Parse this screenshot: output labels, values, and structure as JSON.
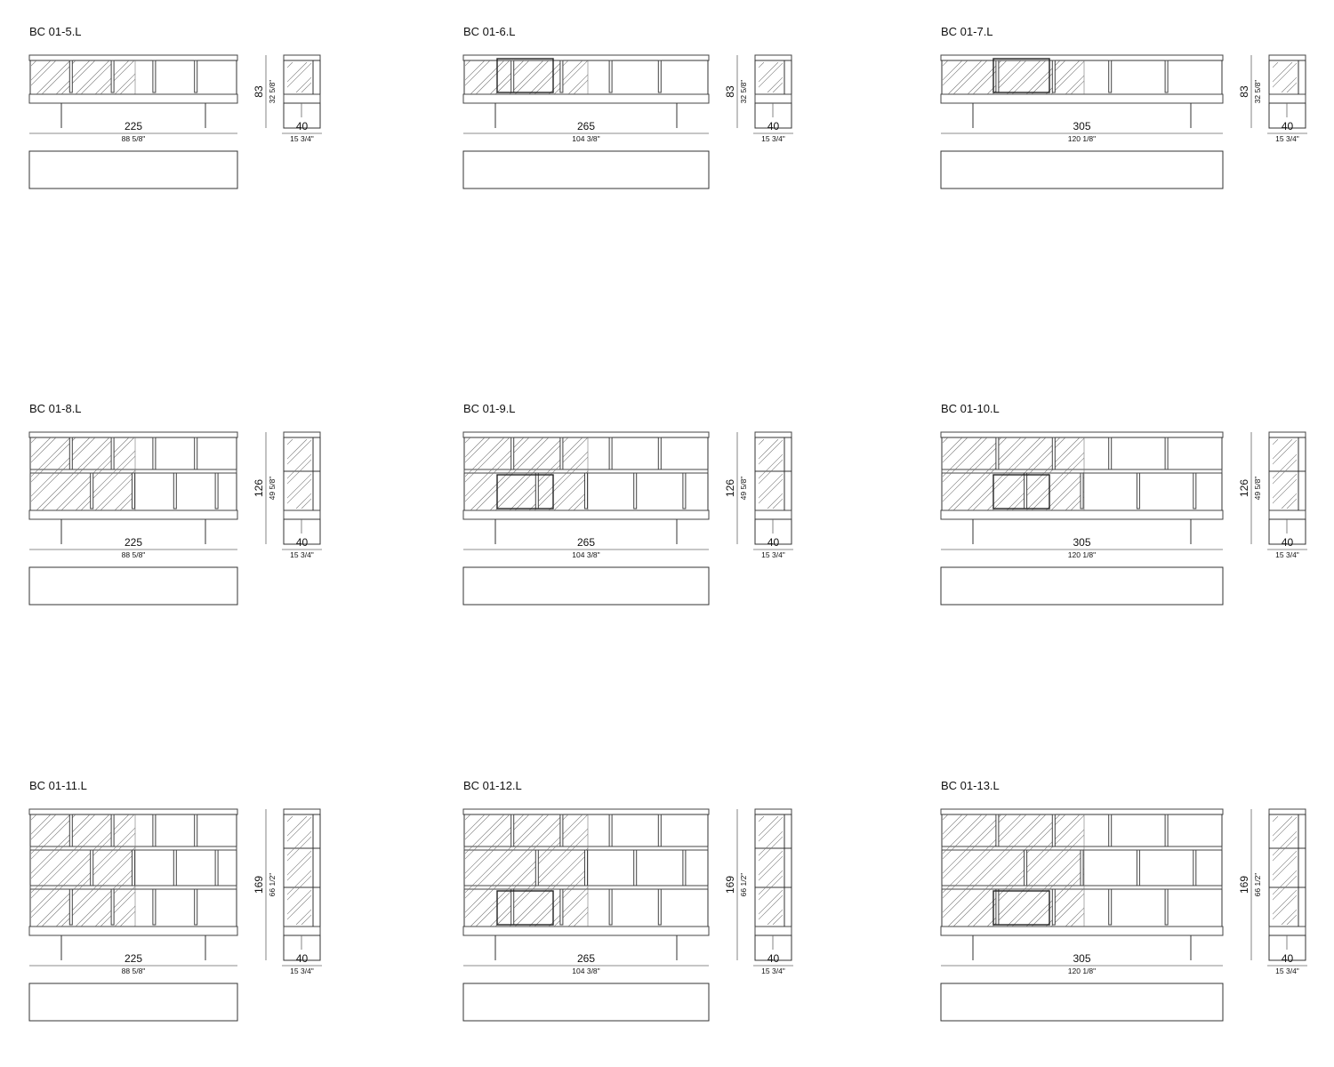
{
  "colors": {
    "stroke": "#333333",
    "background": "#ffffff"
  },
  "drawings": [
    {
      "label": "BC 01-5.L",
      "width_cm": "225",
      "width_in": "88 5/8\"",
      "height_cm": "83",
      "height_in": "32 5/8\"",
      "depth_cm": "40",
      "depth_in": "15 3/4\"",
      "rows": 1
    },
    {
      "label": "BC 01-6.L",
      "width_cm": "265",
      "width_in": "104 3/8\"",
      "height_cm": "83",
      "height_in": "32 5/8\"",
      "depth_cm": "40",
      "depth_in": "15 3/4\"",
      "rows": 1
    },
    {
      "label": "BC 01-7.L",
      "width_cm": "305",
      "width_in": "120 1/8\"",
      "height_cm": "83",
      "height_in": "32 5/8\"",
      "depth_cm": "40",
      "depth_in": "15 3/4\"",
      "rows": 1
    },
    {
      "label": "BC 01-8.L",
      "width_cm": "225",
      "width_in": "88 5/8\"",
      "height_cm": "126",
      "height_in": "49 5/8\"",
      "depth_cm": "40",
      "depth_in": "15 3/4\"",
      "rows": 2
    },
    {
      "label": "BC 01-9.L",
      "width_cm": "265",
      "width_in": "104 3/8\"",
      "height_cm": "126",
      "height_in": "49 5/8\"",
      "depth_cm": "40",
      "depth_in": "15 3/4\"",
      "rows": 2
    },
    {
      "label": "BC 01-10.L",
      "width_cm": "305",
      "width_in": "120 1/8\"",
      "height_cm": "126",
      "height_in": "49 5/8\"",
      "depth_cm": "40",
      "depth_in": "15 3/4\"",
      "rows": 2
    },
    {
      "label": "BC 01-11.L",
      "width_cm": "225",
      "width_in": "88 5/8\"",
      "height_cm": "169",
      "height_in": "66 1/2\"",
      "depth_cm": "40",
      "depth_in": "15 3/4\"",
      "rows": 3
    },
    {
      "label": "BC 01-12.L",
      "width_cm": "265",
      "width_in": "104 3/8\"",
      "height_cm": "169",
      "height_in": "66 1/2\"",
      "depth_cm": "40",
      "depth_in": "15 3/4\"",
      "rows": 3
    },
    {
      "label": "BC 01-13.L",
      "width_cm": "305",
      "width_in": "120 1/8\"",
      "height_cm": "169",
      "height_in": "66 1/2\"",
      "depth_cm": "40",
      "depth_in": "15 3/4\"",
      "rows": 3
    }
  ]
}
